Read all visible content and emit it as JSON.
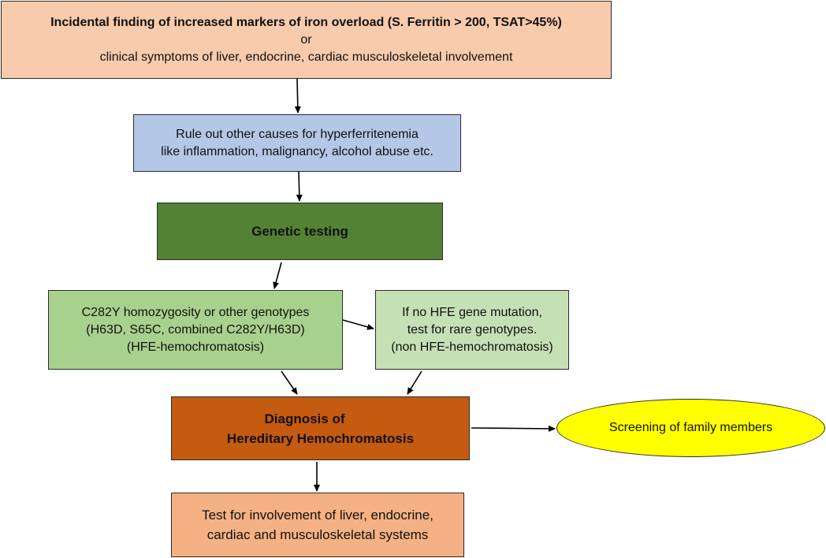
{
  "boxes": {
    "top": {
      "line1": "Incidental finding of increased markers of iron overload (S. Ferritin > 200, TSAT>45%)",
      "line2": "or",
      "line3": "clinical symptoms of liver, endocrine, cardiac musculoskeletal involvement"
    },
    "rule_out": {
      "line1": "Rule out other causes for hyperferritenemia",
      "line2": "like inflammation, malignancy, alcohol abuse etc."
    },
    "genetic": {
      "line1": "Genetic testing"
    },
    "hfe": {
      "line1": "C282Y homozygosity or other genotypes",
      "line2": "(H63D, S65C, combined C282Y/H63D)",
      "line3": "(HFE-hemochromatosis)"
    },
    "non_hfe": {
      "line1": "If no HFE gene mutation,",
      "line2": "test for rare genotypes.",
      "line3": "(non HFE-hemochromatosis)"
    },
    "diagnosis": {
      "line1": "Diagnosis  of",
      "line2": "Hereditary  Hemochromatosis"
    },
    "test": {
      "line1": "Test for involvement of liver, endocrine,",
      "line2": "cardiac and musculoskeletal systems"
    },
    "screening": {
      "line1": "Screening of family members"
    }
  },
  "colors": {
    "top": "#f8cbad",
    "rule_out": "#b4c7e7",
    "genetic": "#548235",
    "hfe": "#a9d18e",
    "non_hfe": "#c5e0b4",
    "diagnosis": "#c55a11",
    "test": "#f4b183",
    "screening": "#ffff00",
    "arrow": "#000000"
  }
}
